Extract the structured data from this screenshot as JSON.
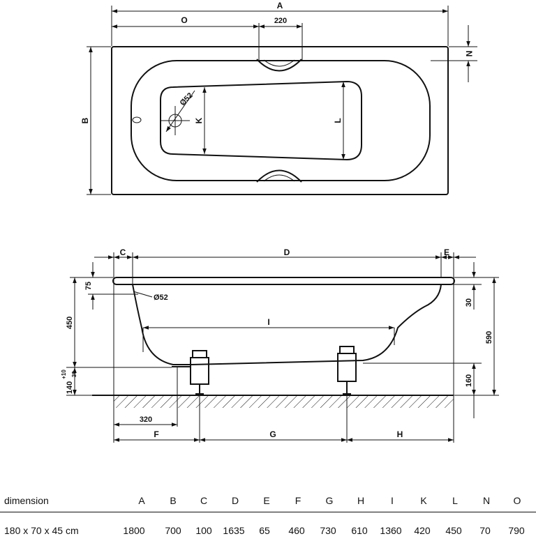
{
  "top_view": {
    "dim_A": "A",
    "dim_O": "O",
    "dim_220": "220",
    "dim_N": "N",
    "dim_B": "B",
    "dim_K": "K",
    "dim_L": "L",
    "drain_diameter": "Ø52"
  },
  "side_view": {
    "dim_C": "C",
    "dim_D": "D",
    "dim_E": "E",
    "dim_75": "75",
    "drain_diameter": "Ø52",
    "dim_30": "30",
    "dim_450": "450",
    "dim_I": "I",
    "dim_590": "590",
    "dim_140": "140",
    "tolerance_plus": "+10",
    "tolerance_minus": "-30",
    "dim_160": "160",
    "dim_320": "320",
    "dim_F": "F",
    "dim_G": "G",
    "dim_H": "H"
  },
  "table": {
    "header_label": "dimension",
    "columns": [
      "A",
      "B",
      "C",
      "D",
      "E",
      "F",
      "G",
      "H",
      "I",
      "K",
      "L",
      "N",
      "O"
    ],
    "row_label": "180 x 70 x 45 cm",
    "values": [
      "1800",
      "700",
      "100",
      "1635",
      "65",
      "460",
      "730",
      "610",
      "1360",
      "420",
      "450",
      "70",
      "790"
    ]
  }
}
